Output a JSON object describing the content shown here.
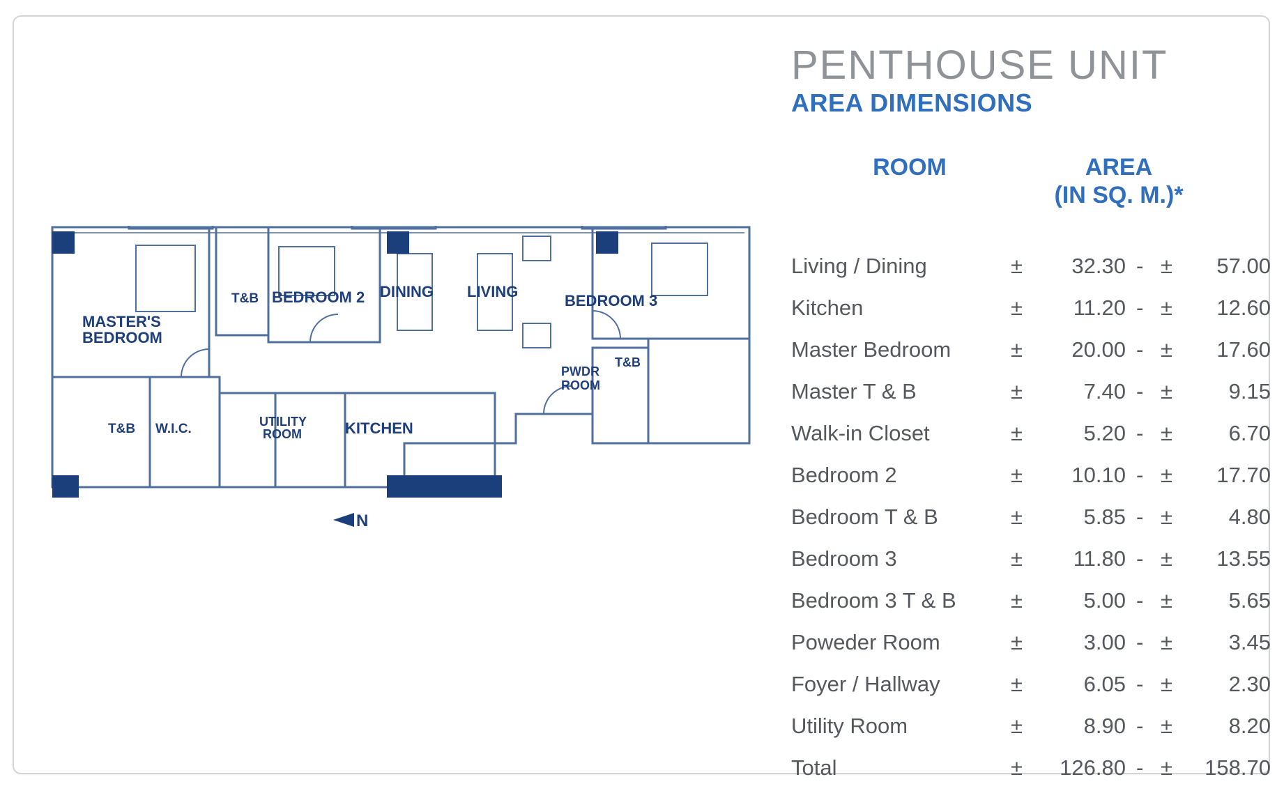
{
  "header": {
    "title": "PENTHOUSE UNIT",
    "subtitle": "AREA DIMENSIONS"
  },
  "table": {
    "col_room": "ROOM",
    "col_area_1": "AREA",
    "col_area_2": "(IN SQ. M.)*",
    "pm": "±",
    "dash": "-",
    "rows": [
      {
        "room": "Living / Dining",
        "min": "32.30",
        "max": "57.00"
      },
      {
        "room": "Kitchen",
        "min": "11.20",
        "max": "12.60"
      },
      {
        "room": "Master Bedroom",
        "min": "20.00",
        "max": "17.60"
      },
      {
        "room": "Master T & B",
        "min": "7.40",
        "max": "9.15"
      },
      {
        "room": "Walk-in Closet",
        "min": "5.20",
        "max": "6.70"
      },
      {
        "room": "Bedroom 2",
        "min": "10.10",
        "max": "17.70"
      },
      {
        "room": "Bedroom T & B",
        "min": "5.85",
        "max": "4.80"
      },
      {
        "room": "Bedroom 3",
        "min": "11.80",
        "max": "13.55"
      },
      {
        "room": "Bedroom 3 T & B",
        "min": "5.00",
        "max": "5.65"
      },
      {
        "room": "Poweder Room",
        "min": "3.00",
        "max": "3.45"
      },
      {
        "room": "Foyer / Hallway",
        "min": "6.05",
        "max": "2.30"
      },
      {
        "room": "Utility Room",
        "min": "8.90",
        "max": "8.20"
      },
      {
        "room": "Total",
        "min": "126.80",
        "max": "158.70"
      }
    ]
  },
  "plan": {
    "labels": {
      "masters_bedroom_1": "MASTER'S",
      "masters_bedroom_2": "BEDROOM",
      "tb_master": "T&B",
      "tb_bedroom2": "T&B",
      "tb_bedroom3": "T&B",
      "wic": "W.I.C.",
      "bedroom2": "BEDROOM 2",
      "dining": "DINING",
      "living": "LIVING",
      "bedroom3": "BEDROOM 3",
      "pwdr_1": "PWDR",
      "pwdr_2": "ROOM",
      "utility_1": "UTILITY",
      "utility_2": "ROOM",
      "kitchen": "KITCHEN",
      "north": "N"
    }
  },
  "colors": {
    "accent": "#2f6fbd",
    "column": "#1a3f7a",
    "title_gray": "#8f9297",
    "line": "#4f6f9e"
  }
}
